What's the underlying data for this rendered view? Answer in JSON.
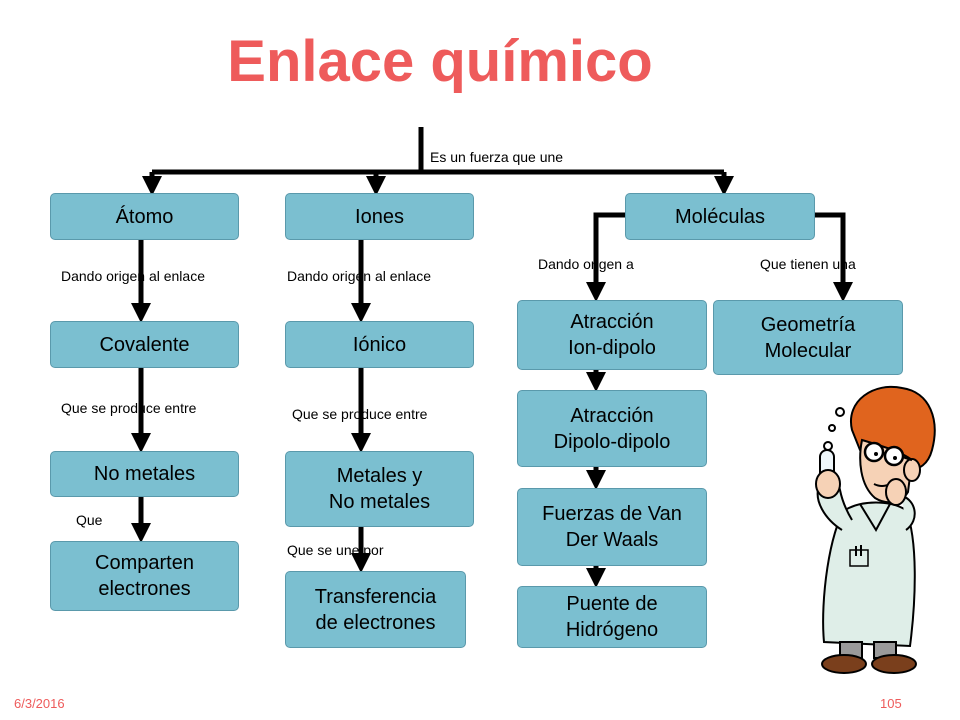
{
  "title": "Enlace químico",
  "top_label": "Es un fuerza que une",
  "colors": {
    "title": "#ee5b5b",
    "box": "#7bbfd0",
    "connector": "#000000"
  },
  "boxes": {
    "atomo": "Átomo",
    "iones": "Iones",
    "moleculas": "Moléculas",
    "covalente": "Covalente",
    "ionico": "Iónico",
    "no_metales": "No metales",
    "metales": "Metales y\nNo metales",
    "comparten": "Comparten\nelectrones",
    "transferencia": "Transferencia\nde electrones",
    "ion_dipolo": "Atracción\nIon-dipolo",
    "dipolo": "Atracción\nDipolo-dipolo",
    "van_der_waals": "Fuerzas de Van\nDer Waals",
    "puente": "Puente de\nHidrógeno",
    "geometria": "Geometría\nMolecular"
  },
  "labels": {
    "atomo_enlace": "Dando origen al enlace",
    "iones_enlace": "Dando origen al enlace",
    "dando_origen_a": "Dando origen a",
    "tienen_una": "Que tienen una",
    "produce_1": "Que se produce entre",
    "produce_2": "Que se produce entre",
    "que": "Que",
    "une_por": "Que se une por"
  },
  "footer": {
    "date": "6/3/2016",
    "page": "105"
  },
  "illustration": "scientist-holding-test-tube"
}
